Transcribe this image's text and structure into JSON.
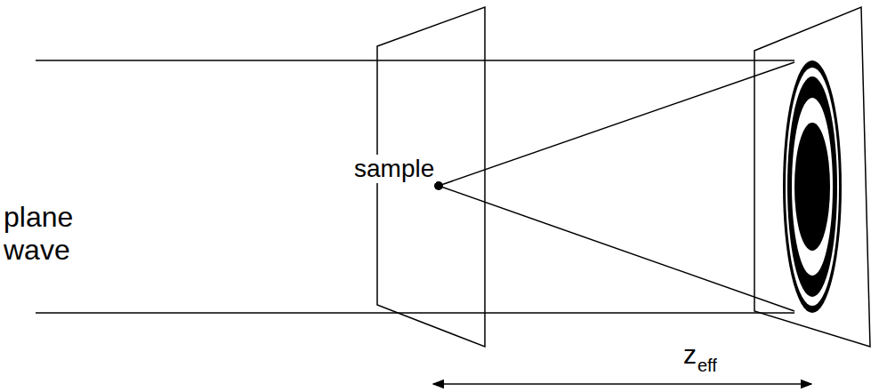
{
  "diagram": {
    "labels": [
      "plane wave",
      "sample",
      "z",
      "eff"
    ]
  }
}
